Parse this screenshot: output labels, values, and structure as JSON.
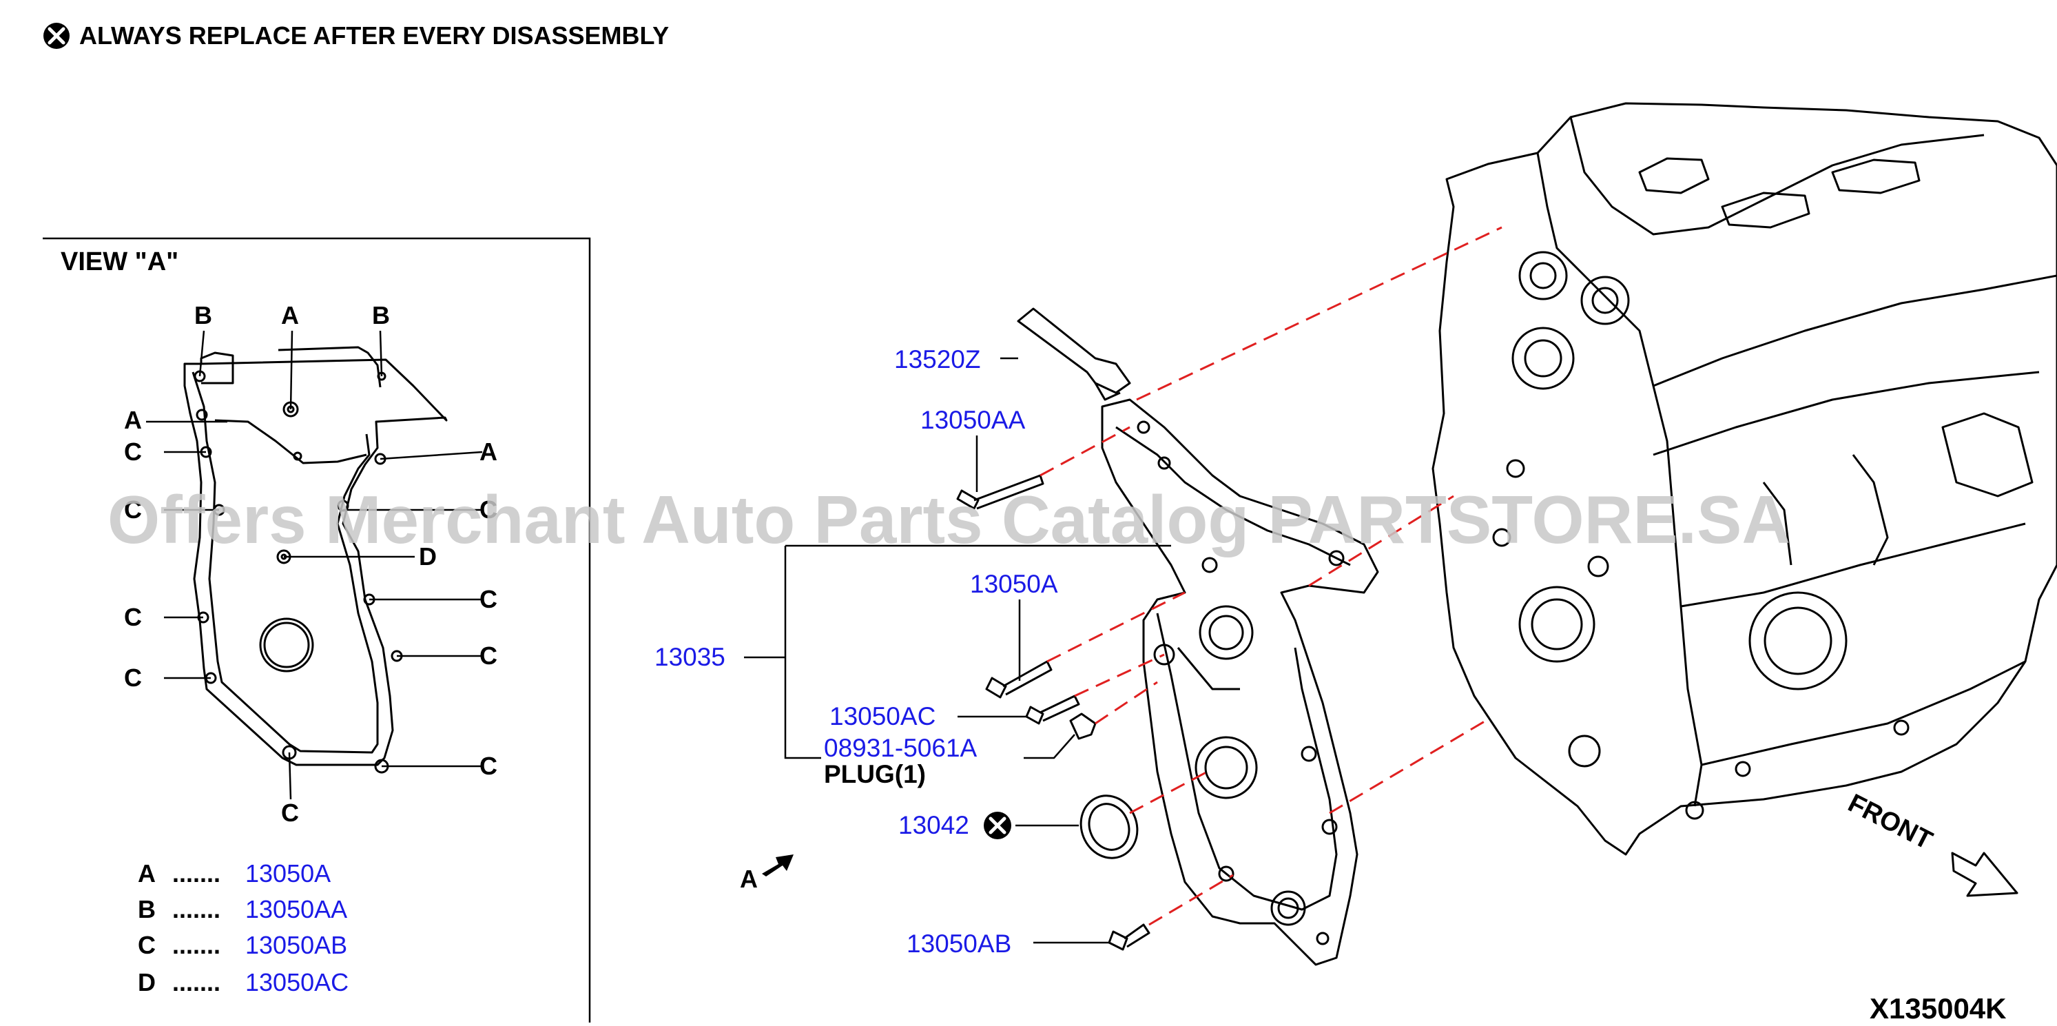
{
  "header": {
    "note": "ALWAYS REPLACE AFTER EVERY DISASSEMBLY"
  },
  "diagram_code": "X135004K",
  "watermark": "Offers Merchant Auto Parts Catalog PARTSTORE.SA",
  "view_a": {
    "title": "VIEW \"A\"",
    "letters": {
      "a": "A",
      "b": "B",
      "c": "C",
      "d": "D"
    },
    "legend": [
      {
        "letter": "A",
        "dots": ".......",
        "part": "13050A"
      },
      {
        "letter": "B",
        "dots": ".......",
        "part": "13050AA"
      },
      {
        "letter": "C",
        "dots": ".......",
        "part": "13050AB"
      },
      {
        "letter": "D",
        "dots": ".......",
        "part": "13050AC"
      }
    ]
  },
  "parts": {
    "p13520Z": "13520Z",
    "p13050AA": "13050AA",
    "p13050A": "13050A",
    "p13035": "13035",
    "p13050AC": "13050AC",
    "p08931": "08931-5061A",
    "plug": "PLUG(1)",
    "p13042": "13042",
    "p13050AB": "13050AB"
  },
  "view_arrow_label": "A",
  "front_label": "FRONT",
  "colors": {
    "part_link": "#1a1ae6",
    "leader_dash": "#e02020",
    "line": "#000000"
  }
}
